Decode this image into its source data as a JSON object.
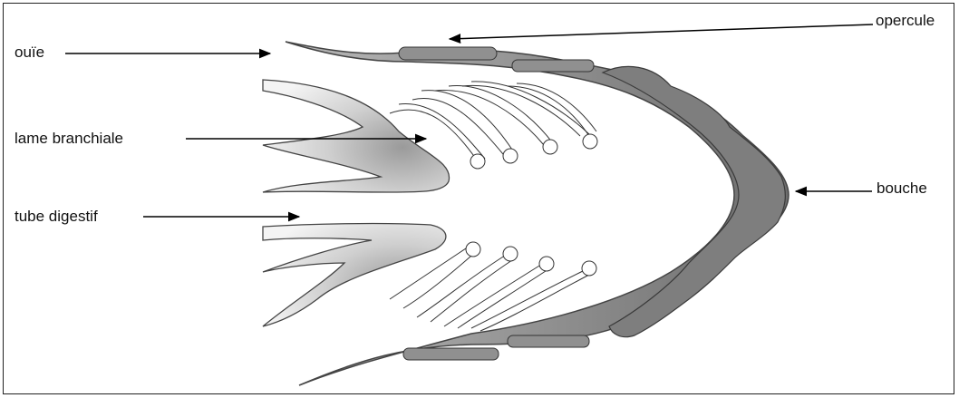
{
  "labels": {
    "ouie": "ouïe",
    "lame_branchiale": "lame branchiale",
    "tube_digestif": "tube digestif",
    "opercule": "opercule",
    "bouche": "bouche"
  }
}
